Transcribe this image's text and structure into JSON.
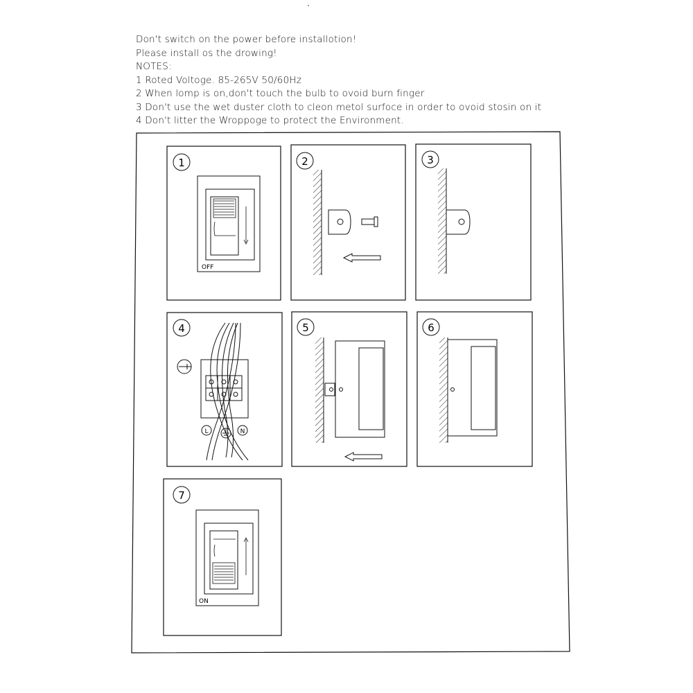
{
  "notes": [
    "Don't switch on the power before installotion!",
    "Please install os the drowing!",
    "NOTES:",
    "1 Roted Voltoge. 85-265V 50/60Hz",
    "2 When lomp is on,don't touch the bulb to ovoid burn finger",
    "3 Don't use the wet duster cloth to cleon metol surfoce in order to ovoid stosin on it",
    "4 Don't litter the Wroppoge to protect the Environment."
  ],
  "steps": [
    "1",
    "2",
    "3",
    "4",
    "5",
    "6",
    "7"
  ],
  "switch_off_label": "OFF",
  "switch_on_label": "ON",
  "terminal_labels": [
    "L",
    "N"
  ]
}
